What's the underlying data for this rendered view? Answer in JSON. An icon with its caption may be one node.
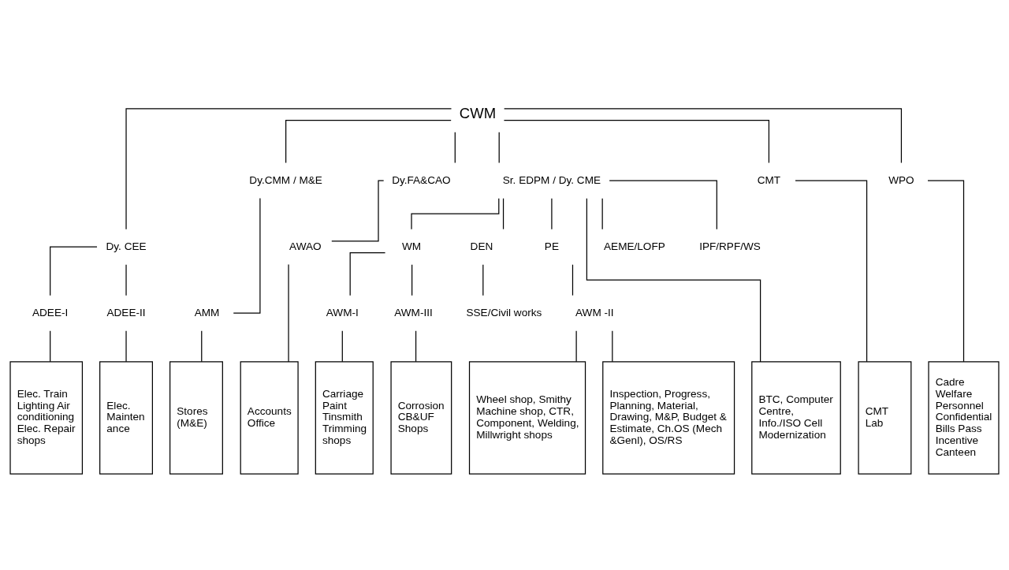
{
  "diagram": {
    "nodes": [
      {
        "text": [
          "CWM"
        ]
      },
      {
        "text": [
          "Dy. CEE"
        ]
      },
      {
        "text": [
          "Dy.CMM / M&E"
        ]
      },
      {
        "text": [
          "Dy.FA&CAO"
        ]
      },
      {
        "text": [
          "Sr. EDPM / Dy. CME"
        ]
      },
      {
        "text": [
          "CMT"
        ]
      },
      {
        "text": [
          "WPO"
        ]
      },
      {
        "text": [
          "AMM"
        ]
      },
      {
        "text": [
          "WM"
        ]
      },
      {
        "text": [
          "DEN"
        ]
      },
      {
        "text": [
          "PE"
        ]
      },
      {
        "text": [
          "AEME/LOFP"
        ]
      },
      {
        "text": [
          "AWAO"
        ]
      },
      {
        "text": [
          "AWM-I"
        ]
      },
      {
        "text": [
          "AWM-III"
        ]
      },
      {
        "text": [
          "ADEE-I"
        ]
      },
      {
        "text": [
          "ADEE-II"
        ]
      },
      {
        "text": [
          "SSE/Civil works"
        ]
      },
      {
        "text": [
          "AWM -II"
        ]
      },
      {
        "text": [
          "IPF/RPF/WS"
        ]
      },
      {
        "text": [
          "Elec. Train Lighting Air conditioning Elec. Repair shops"
        ]
      },
      {
        "text": [
          "Elec. Mainten ance"
        ]
      },
      {
        "text": [
          "Stores (M&E)"
        ]
      },
      {
        "text": [
          "Accounts Office"
        ]
      },
      {
        "text": [
          "Carriage Paint Tinsmith Trimming shops"
        ]
      },
      {
        "text": [
          "Corrosion CB&UF Shops"
        ]
      },
      {
        "text": [
          "BTC, Computer Centre, Info./ISO Cell Modernization"
        ]
      },
      {
        "text": [
          "Wheel shop, Smithy Machine shop, CTR, Component, Welding, Millwright shops"
        ]
      },
      {
        "text": [
          "Inspection, Progress, Planning, Material, Drawing, M&P, Budget & Estimate, Ch.OS (Mech &Genl), OS/RS"
        ]
      },
      {
        "text": [
          "CMT Lab"
        ]
      },
      {
        "text": [
          "Cadre Welfare Personnel Confidential Bills Pass Incentive Canteen"
        ]
      }
    ],
    "edges": [
      {
        "from": 0,
        "to": 1,
        "arrow": "none"
      },
      {
        "from": 0,
        "to": 2,
        "arrow": "none"
      },
      {
        "from": 0,
        "to": 3,
        "arrow": "none"
      },
      {
        "from": 0,
        "to": 4,
        "arrow": "none"
      },
      {
        "from": 0,
        "to": 5,
        "arrow": "none"
      },
      {
        "from": 0,
        "to": 6,
        "arrow": "none"
      },
      {
        "from": 1,
        "to": 15,
        "arrow": "none"
      },
      {
        "from": 1,
        "to": 16,
        "arrow": "none"
      },
      {
        "from": 2,
        "to": 7,
        "arrow": "none"
      },
      {
        "from": 3,
        "to": 12,
        "arrow": "none"
      },
      {
        "from": 4,
        "to": 8,
        "arrow": "none"
      },
      {
        "from": 4,
        "to": 26,
        "arrow": "none"
      },
      {
        "from": 4,
        "to": 9,
        "arrow": "none"
      },
      {
        "from": 4,
        "to": 10,
        "arrow": "none"
      },
      {
        "from": 4,
        "to": 11,
        "arrow": "none"
      },
      {
        "from": 4,
        "to": 19,
        "arrow": "none"
      },
      {
        "from": 8,
        "to": 13,
        "arrow": "none"
      },
      {
        "from": 8,
        "to": 14,
        "arrow": "none"
      },
      {
        "from": 9,
        "to": 17,
        "arrow": "none"
      },
      {
        "from": 10,
        "to": 18,
        "arrow": "none"
      },
      {
        "from": 15,
        "to": 20,
        "arrow": "none"
      },
      {
        "from": 16,
        "to": 21,
        "arrow": "none"
      },
      {
        "from": 7,
        "to": 22,
        "arrow": "none"
      },
      {
        "from": 12,
        "to": 23,
        "arrow": "none"
      },
      {
        "from": 13,
        "to": 24,
        "arrow": "none"
      },
      {
        "from": 14,
        "to": 25,
        "arrow": "none"
      },
      {
        "from": 18,
        "to": 27,
        "arrow": "none"
      },
      {
        "from": 18,
        "to": 28,
        "arrow": "none"
      },
      {
        "from": 5,
        "to": 29,
        "arrow": "none"
      },
      {
        "from": 6,
        "to": 30,
        "arrow": "none"
      }
    ]
  }
}
